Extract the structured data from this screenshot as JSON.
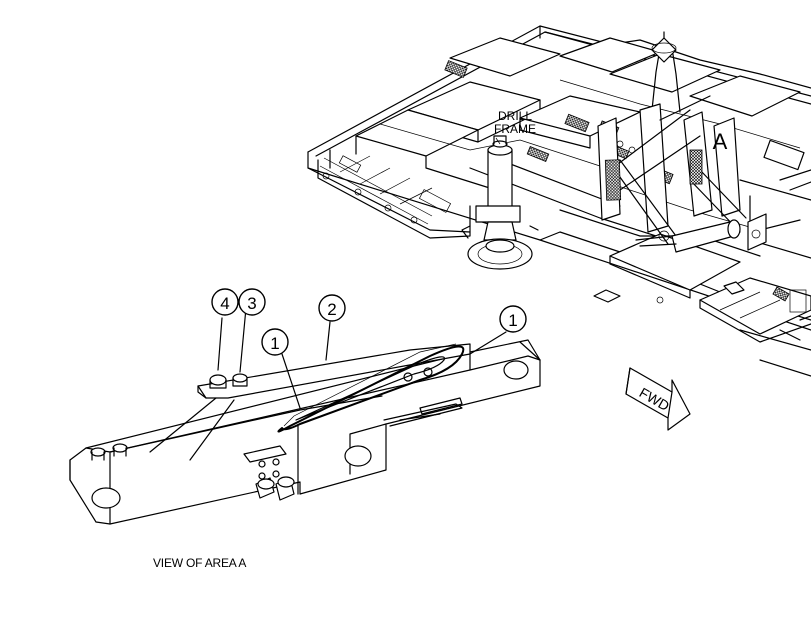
{
  "labels": {
    "drill_frame_line1": "DRILL",
    "drill_frame_line2": "FRAME",
    "area_letter": "A",
    "direction_arrow": "FWD",
    "caption": "VIEW OF AREA A"
  },
  "callouts": [
    {
      "id": "balloon-4",
      "text": "4"
    },
    {
      "id": "balloon-3",
      "text": "3"
    },
    {
      "id": "balloon-2",
      "text": "2"
    },
    {
      "id": "balloon-1-left",
      "text": "1"
    },
    {
      "id": "balloon-1-right",
      "text": "1"
    }
  ],
  "colors": {
    "line": "#000000",
    "background": "#ffffff"
  }
}
